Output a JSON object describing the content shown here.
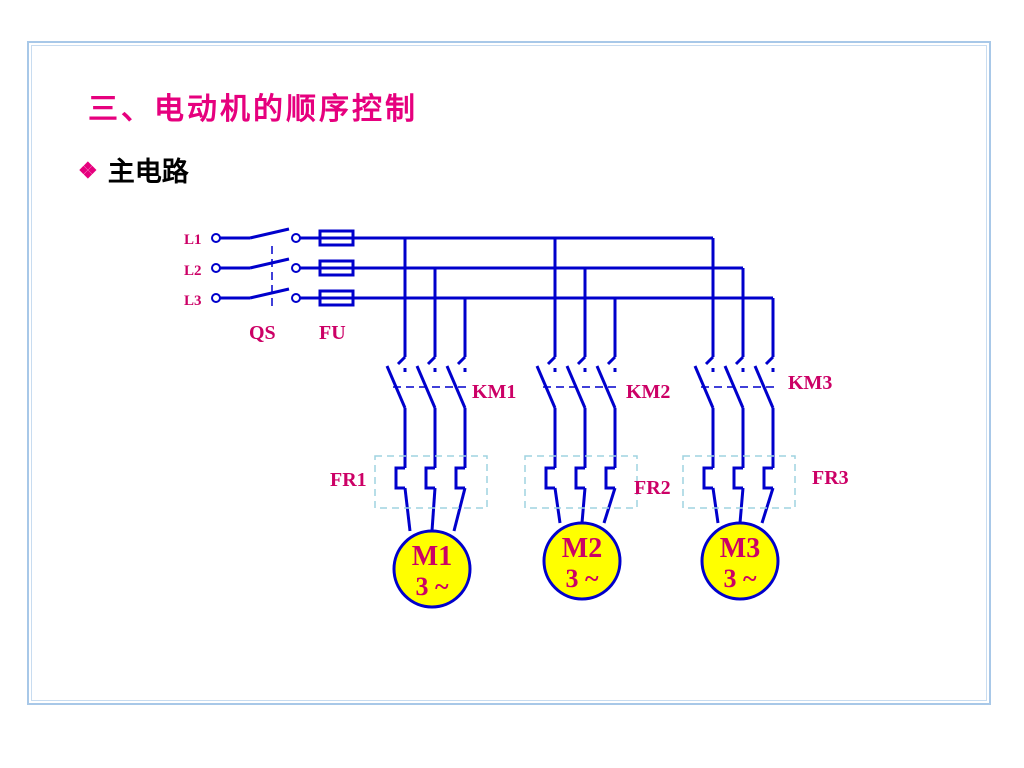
{
  "slide": {
    "title": "三、电动机的顺序控制",
    "bullet_icon": "diamond-cluster-icon",
    "bullet_text": "主电路"
  },
  "colors": {
    "wire": "#0000cc",
    "label": "#cc0066",
    "title": "#e6007e",
    "motor_fill": "#ffff00",
    "relay_box": "#9fd3e0"
  },
  "diagram": {
    "phases": [
      "L1",
      "L2",
      "L3"
    ],
    "switch_label": "QS",
    "fuse_label": "FU",
    "contactors": [
      "KM1",
      "KM2",
      "KM3"
    ],
    "overload_relays": [
      "FR1",
      "FR2",
      "FR3"
    ],
    "motors": [
      {
        "name": "M1",
        "spec": "3 ~"
      },
      {
        "name": "M2",
        "spec": "3 ~"
      },
      {
        "name": "M3",
        "spec": "3 ~"
      }
    ]
  }
}
